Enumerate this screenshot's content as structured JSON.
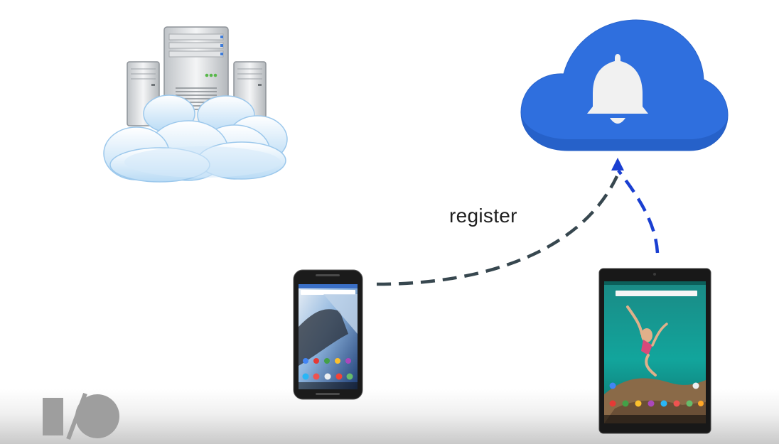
{
  "diagram": {
    "arrow_label": "register",
    "nodes": [
      {
        "id": "app-server",
        "icon": "server-cloud-icon"
      },
      {
        "id": "push-service",
        "icon": "bell-cloud-icon"
      },
      {
        "id": "phone",
        "icon": "smartphone-icon"
      },
      {
        "id": "tablet",
        "icon": "tablet-icon"
      }
    ],
    "edges": [
      {
        "from": "phone",
        "to": "push-service",
        "style": "dashed",
        "color": "#37474f"
      },
      {
        "from": "tablet",
        "to": "push-service",
        "style": "dashed",
        "color": "#1a3fd1"
      }
    ]
  },
  "branding": {
    "logo": "io-logo"
  },
  "colors": {
    "cloud_blue": "#2f6fde",
    "bell_white": "#f1f1f1",
    "dash_dark": "#37474f",
    "dash_blue": "#1a3fd1",
    "logo_gray": "#9e9e9e"
  }
}
